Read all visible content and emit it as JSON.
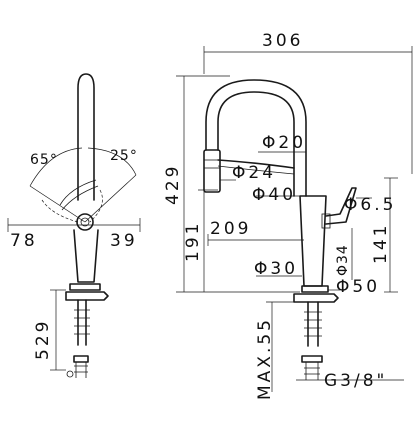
{
  "dimensions": {
    "angle_left": "65°",
    "angle_right": "25°",
    "left_width": "78",
    "right_width": "39",
    "left_height": "529",
    "total_width": "306",
    "total_height": "429",
    "spout_height": "191",
    "reach": "209",
    "hose_dia": "Φ20",
    "head_dia": "Φ24",
    "neck_dia": "Φ40",
    "lever_size": "Φ6.5",
    "body_dia": "Φ34",
    "body_height": "141",
    "base_dia": "Φ30",
    "flange_dia": "Φ50",
    "max_depth": "MAX.55",
    "thread": "G3/8\""
  }
}
